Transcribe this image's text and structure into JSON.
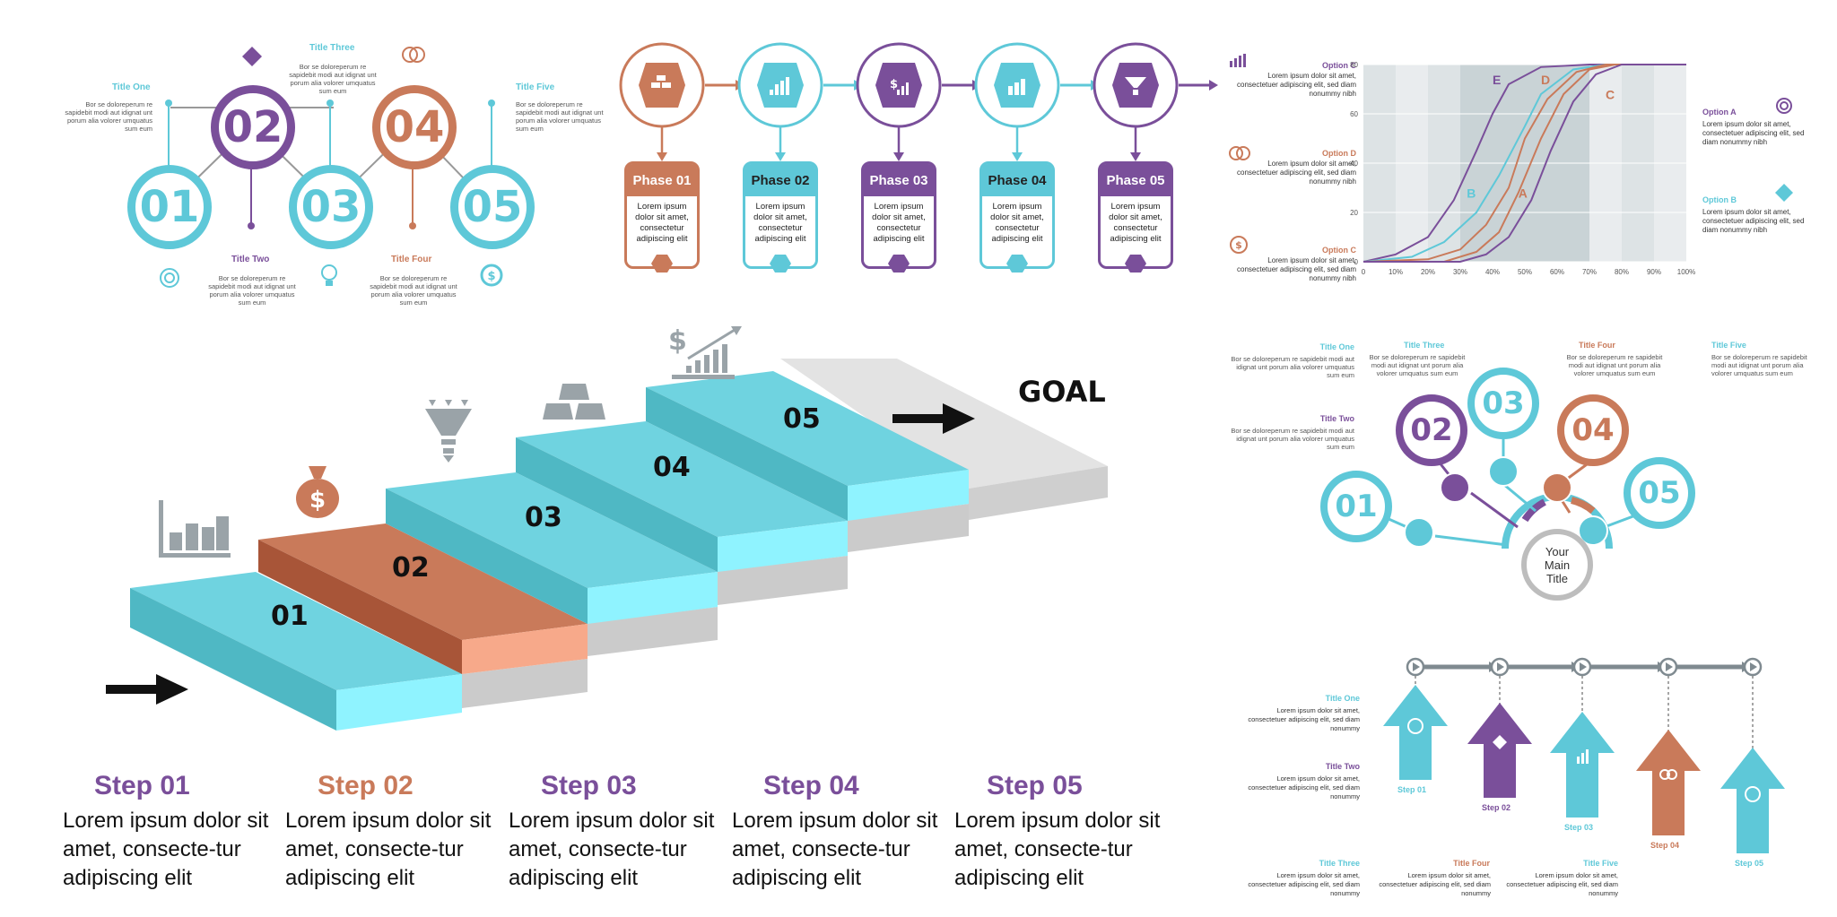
{
  "colors": {
    "teal": "#5ec8d8",
    "purple": "#7a4f9a",
    "orange": "#c97a5a",
    "gray": "#9aa3a8"
  },
  "small_text": "Bor se doloreperum re sapidebit modi aut idignat unt porum alia volorer umquatus sum eum",
  "option_text": "Lorem ipsum dolor sit amet, consectetuer adipiscing elit, sed diam nonummy nibh",
  "timeline_text": "Lorem ipsum dolor sit amet, consectetuer adipiscing elit, sed diam nonummy",
  "panel1": {
    "numbers": [
      "01",
      "02",
      "03",
      "04",
      "05"
    ],
    "titles": [
      "Title One",
      "Title Two",
      "Title Three",
      "Title Four",
      "Title Five"
    ]
  },
  "panel2": {
    "phases": [
      {
        "label": "Phase 01",
        "icon": "gold-bars-icon"
      },
      {
        "label": "Phase 02",
        "icon": "growth-chart-icon"
      },
      {
        "label": "Phase 03",
        "icon": "dollar-growth-icon"
      },
      {
        "label": "Phase 04",
        "icon": "bar-chart-icon"
      },
      {
        "label": "Phase 05",
        "icon": "funnel-icon"
      }
    ],
    "body": "Lorem ipsum dolor sit amet, consectetur adipiscing elit"
  },
  "panel3": {
    "options_left": [
      "Option C",
      "Option D",
      "Option C"
    ],
    "options_right": [
      "Option A",
      "Option B"
    ]
  },
  "chart_data": {
    "type": "line",
    "x_ticks": [
      "0",
      "10%",
      "20%",
      "30%",
      "40%",
      "50%",
      "60%",
      "70%",
      "80%",
      "90%",
      "100%"
    ],
    "y_ticks": [
      "0",
      "20",
      "40",
      "60",
      "80"
    ],
    "ylim": [
      0,
      80
    ],
    "xlim": [
      0,
      100
    ],
    "series": [
      {
        "name": "E",
        "color": "#7a4f9a",
        "points": [
          [
            0,
            0
          ],
          [
            10,
            3
          ],
          [
            20,
            10
          ],
          [
            28,
            25
          ],
          [
            35,
            45
          ],
          [
            40,
            60
          ],
          [
            45,
            72
          ],
          [
            55,
            79
          ],
          [
            70,
            80
          ],
          [
            100,
            80
          ]
        ]
      },
      {
        "name": "B",
        "color": "#5ec8d8",
        "points": [
          [
            0,
            0
          ],
          [
            15,
            2
          ],
          [
            25,
            8
          ],
          [
            35,
            20
          ],
          [
            42,
            35
          ],
          [
            50,
            55
          ],
          [
            55,
            68
          ],
          [
            65,
            78
          ],
          [
            75,
            80
          ],
          [
            100,
            80
          ]
        ]
      },
      {
        "name": "D",
        "color": "#c97a5a",
        "points": [
          [
            0,
            0
          ],
          [
            20,
            1
          ],
          [
            30,
            5
          ],
          [
            38,
            15
          ],
          [
            45,
            30
          ],
          [
            50,
            50
          ],
          [
            57,
            66
          ],
          [
            66,
            77
          ],
          [
            75,
            80
          ],
          [
            100,
            80
          ]
        ]
      },
      {
        "name": "A",
        "color": "#c97a5a",
        "points": [
          [
            0,
            0
          ],
          [
            25,
            0
          ],
          [
            35,
            4
          ],
          [
            42,
            12
          ],
          [
            48,
            28
          ],
          [
            55,
            50
          ],
          [
            62,
            68
          ],
          [
            70,
            78
          ],
          [
            78,
            80
          ],
          [
            100,
            80
          ]
        ]
      },
      {
        "name": "C",
        "color": "#7a4f9a",
        "points": [
          [
            0,
            0
          ],
          [
            30,
            0
          ],
          [
            38,
            3
          ],
          [
            45,
            10
          ],
          [
            52,
            25
          ],
          [
            58,
            45
          ],
          [
            65,
            65
          ],
          [
            72,
            76
          ],
          [
            80,
            80
          ],
          [
            100,
            80
          ]
        ]
      }
    ],
    "labels": [
      {
        "text": "E",
        "x": 40,
        "y": 72,
        "color": "#7a4f9a"
      },
      {
        "text": "D",
        "x": 55,
        "y": 72,
        "color": "#c97a5a"
      },
      {
        "text": "C",
        "x": 75,
        "y": 66,
        "color": "#c97a5a"
      },
      {
        "text": "B",
        "x": 32,
        "y": 26,
        "color": "#5ec8d8"
      },
      {
        "text": "A",
        "x": 48,
        "y": 26,
        "color": "#c97a5a"
      }
    ]
  },
  "panel4": {
    "numbers": [
      "01",
      "02",
      "03",
      "04",
      "05"
    ],
    "steps": [
      {
        "title": "Step 01",
        "desc": "Lorem ipsum dolor sit amet, consecte-tur adipiscing elit",
        "color": "#7a4f9a"
      },
      {
        "title": "Step 02",
        "desc": "Lorem ipsum dolor sit amet, consecte-tur adipiscing elit",
        "color": "#c97a5a"
      },
      {
        "title": "Step 03",
        "desc": "Lorem ipsum dolor sit amet, consecte-tur adipiscing elit",
        "color": "#7a4f9a"
      },
      {
        "title": "Step 04",
        "desc": "Lorem ipsum dolor sit amet, consecte-tur adipiscing elit",
        "color": "#7a4f9a"
      },
      {
        "title": "Step 05",
        "desc": "Lorem ipsum dolor sit amet, consecte-tur adipiscing elit",
        "color": "#7a4f9a"
      }
    ],
    "goal": "GOAL"
  },
  "panel5": {
    "numbers": [
      "01",
      "02",
      "03",
      "04",
      "05"
    ],
    "titles": [
      "Title One",
      "Title Two",
      "Title Three",
      "Title Four",
      "Title Five"
    ],
    "main_title": "Your Main Title"
  },
  "panel6": {
    "titles": [
      "Title One",
      "Title Two",
      "Title Three",
      "Title Four",
      "Title Five"
    ],
    "steps": [
      "Step 01",
      "Step 02",
      "Step 03",
      "Step 04",
      "Step 05"
    ]
  }
}
